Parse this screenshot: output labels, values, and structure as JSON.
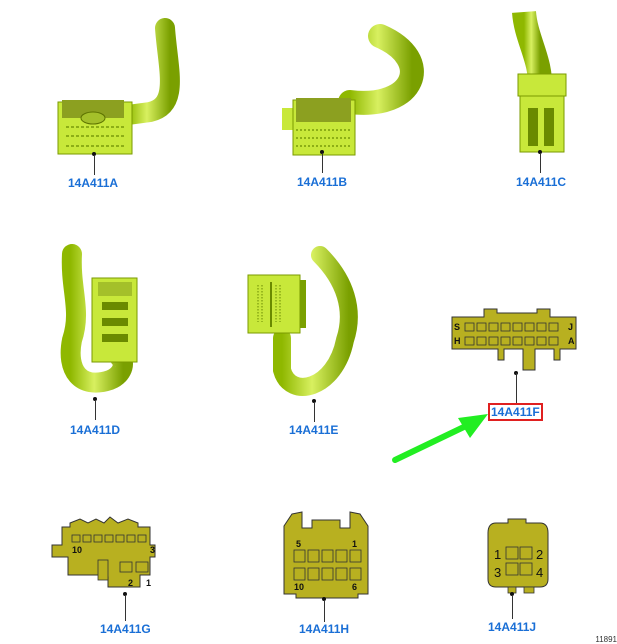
{
  "diagram": {
    "type": "connector-locator",
    "connectors": [
      {
        "id": "A",
        "label": "14A411A",
        "style": "3d-harness"
      },
      {
        "id": "B",
        "label": "14A411B",
        "style": "3d-harness"
      },
      {
        "id": "C",
        "label": "14A411C",
        "style": "3d-harness"
      },
      {
        "id": "D",
        "label": "14A411D",
        "style": "3d-harness"
      },
      {
        "id": "E",
        "label": "14A411E",
        "style": "3d-harness"
      },
      {
        "id": "F",
        "label": "14A411F",
        "style": "face-view",
        "highlighted": true,
        "pin_labels": {
          "top_left": "S",
          "top_right": "J",
          "bottom_left": "H",
          "bottom_right": "A"
        }
      },
      {
        "id": "G",
        "label": "14A411G",
        "style": "face-view",
        "pin_labels": {
          "top_left": "10",
          "top_right": "3",
          "bottom_left": "2",
          "bottom_right": "1"
        }
      },
      {
        "id": "H",
        "label": "14A411H",
        "style": "face-view",
        "pin_labels": {
          "top_left": "5",
          "top_right": "1",
          "bottom_left": "10",
          "bottom_right": "6"
        }
      },
      {
        "id": "J",
        "label": "14A411J",
        "style": "face-view",
        "pin_labels": {
          "p1": "1",
          "p2": "2",
          "p3": "3",
          "p4": "4"
        }
      }
    ],
    "annotation": {
      "type": "arrow",
      "color": "#22ee22",
      "points_to": "14A411F"
    },
    "figure_ref": "11891"
  },
  "colors": {
    "label_blue": "#1a6fd6",
    "harness_green": "#b8e020",
    "connector_olive": "#b8b020",
    "highlight_red": "#e02020",
    "arrow_green": "#22ee22"
  }
}
